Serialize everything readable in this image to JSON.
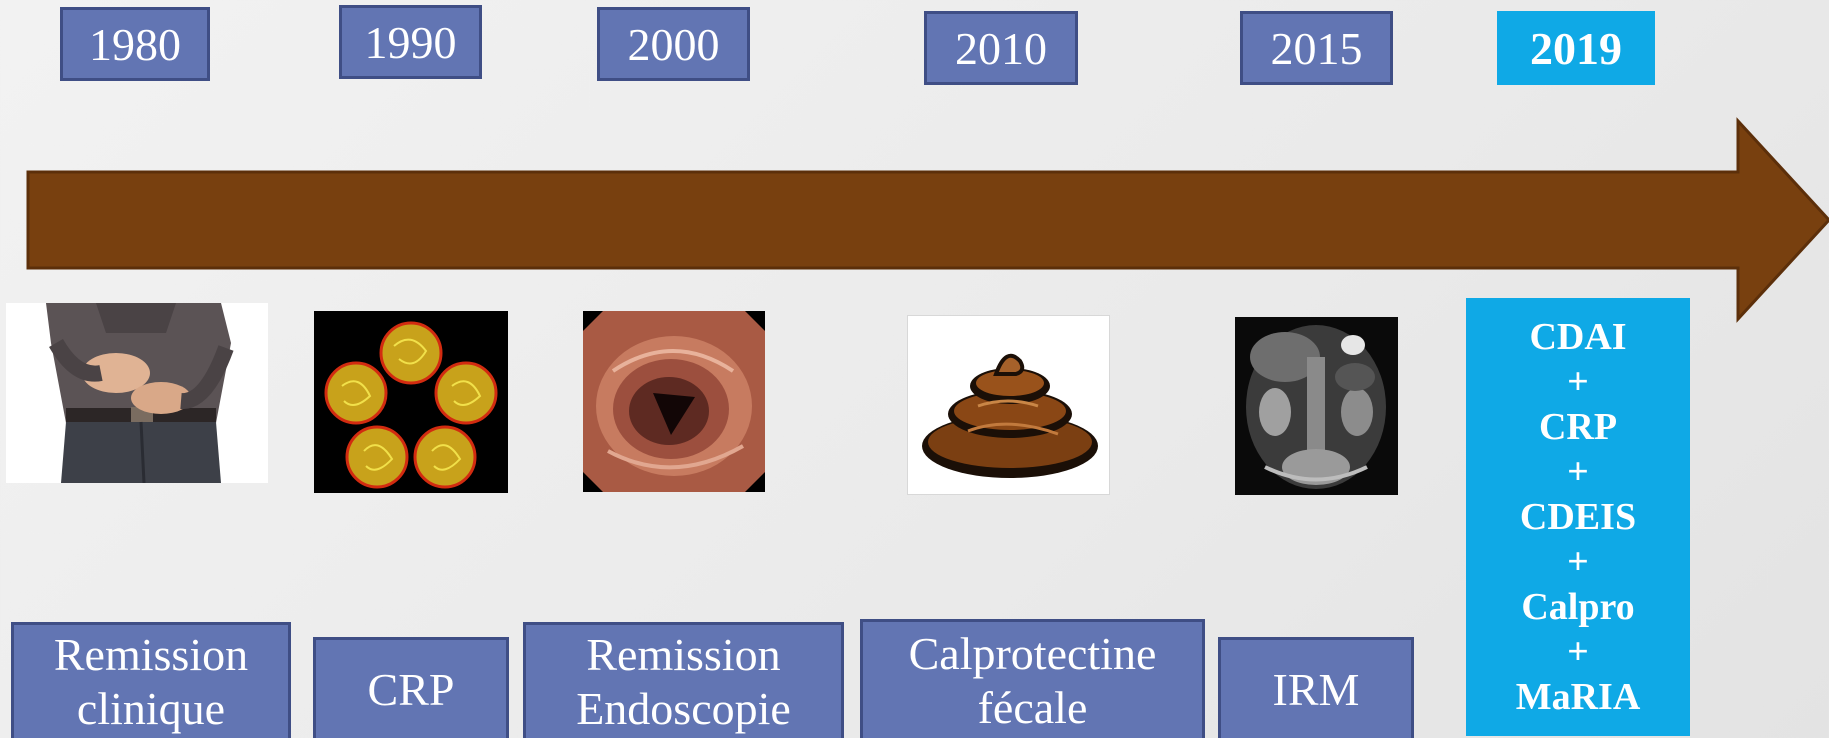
{
  "timeline": {
    "years": [
      "1980",
      "1990",
      "2000",
      "2010",
      "2015",
      "2019"
    ],
    "arrow_color": "#78400f",
    "year_box_color": "#6275b3",
    "highlight_color": "#0fa9e6"
  },
  "labels": {
    "item1": {
      "line1": "Remission",
      "line2": "clinique"
    },
    "item2": {
      "line1": "CRP"
    },
    "item3": {
      "line1": "Remission",
      "line2": "Endoscopie"
    },
    "item4": {
      "line1": "Calprotectine",
      "line2": "fécale"
    },
    "item5": {
      "line1": "IRM"
    }
  },
  "combined": {
    "lines": [
      "CDAI",
      "+",
      "CRP",
      "+",
      "CDEIS",
      "+",
      "Calpro",
      "+",
      "MaRIA"
    ]
  },
  "images": {
    "img1": "abdominal-pain-photo",
    "img2": "crp-protein-structure",
    "img3": "endoscopy-photo",
    "img4": "stool-icon",
    "img5": "mri-scan"
  }
}
